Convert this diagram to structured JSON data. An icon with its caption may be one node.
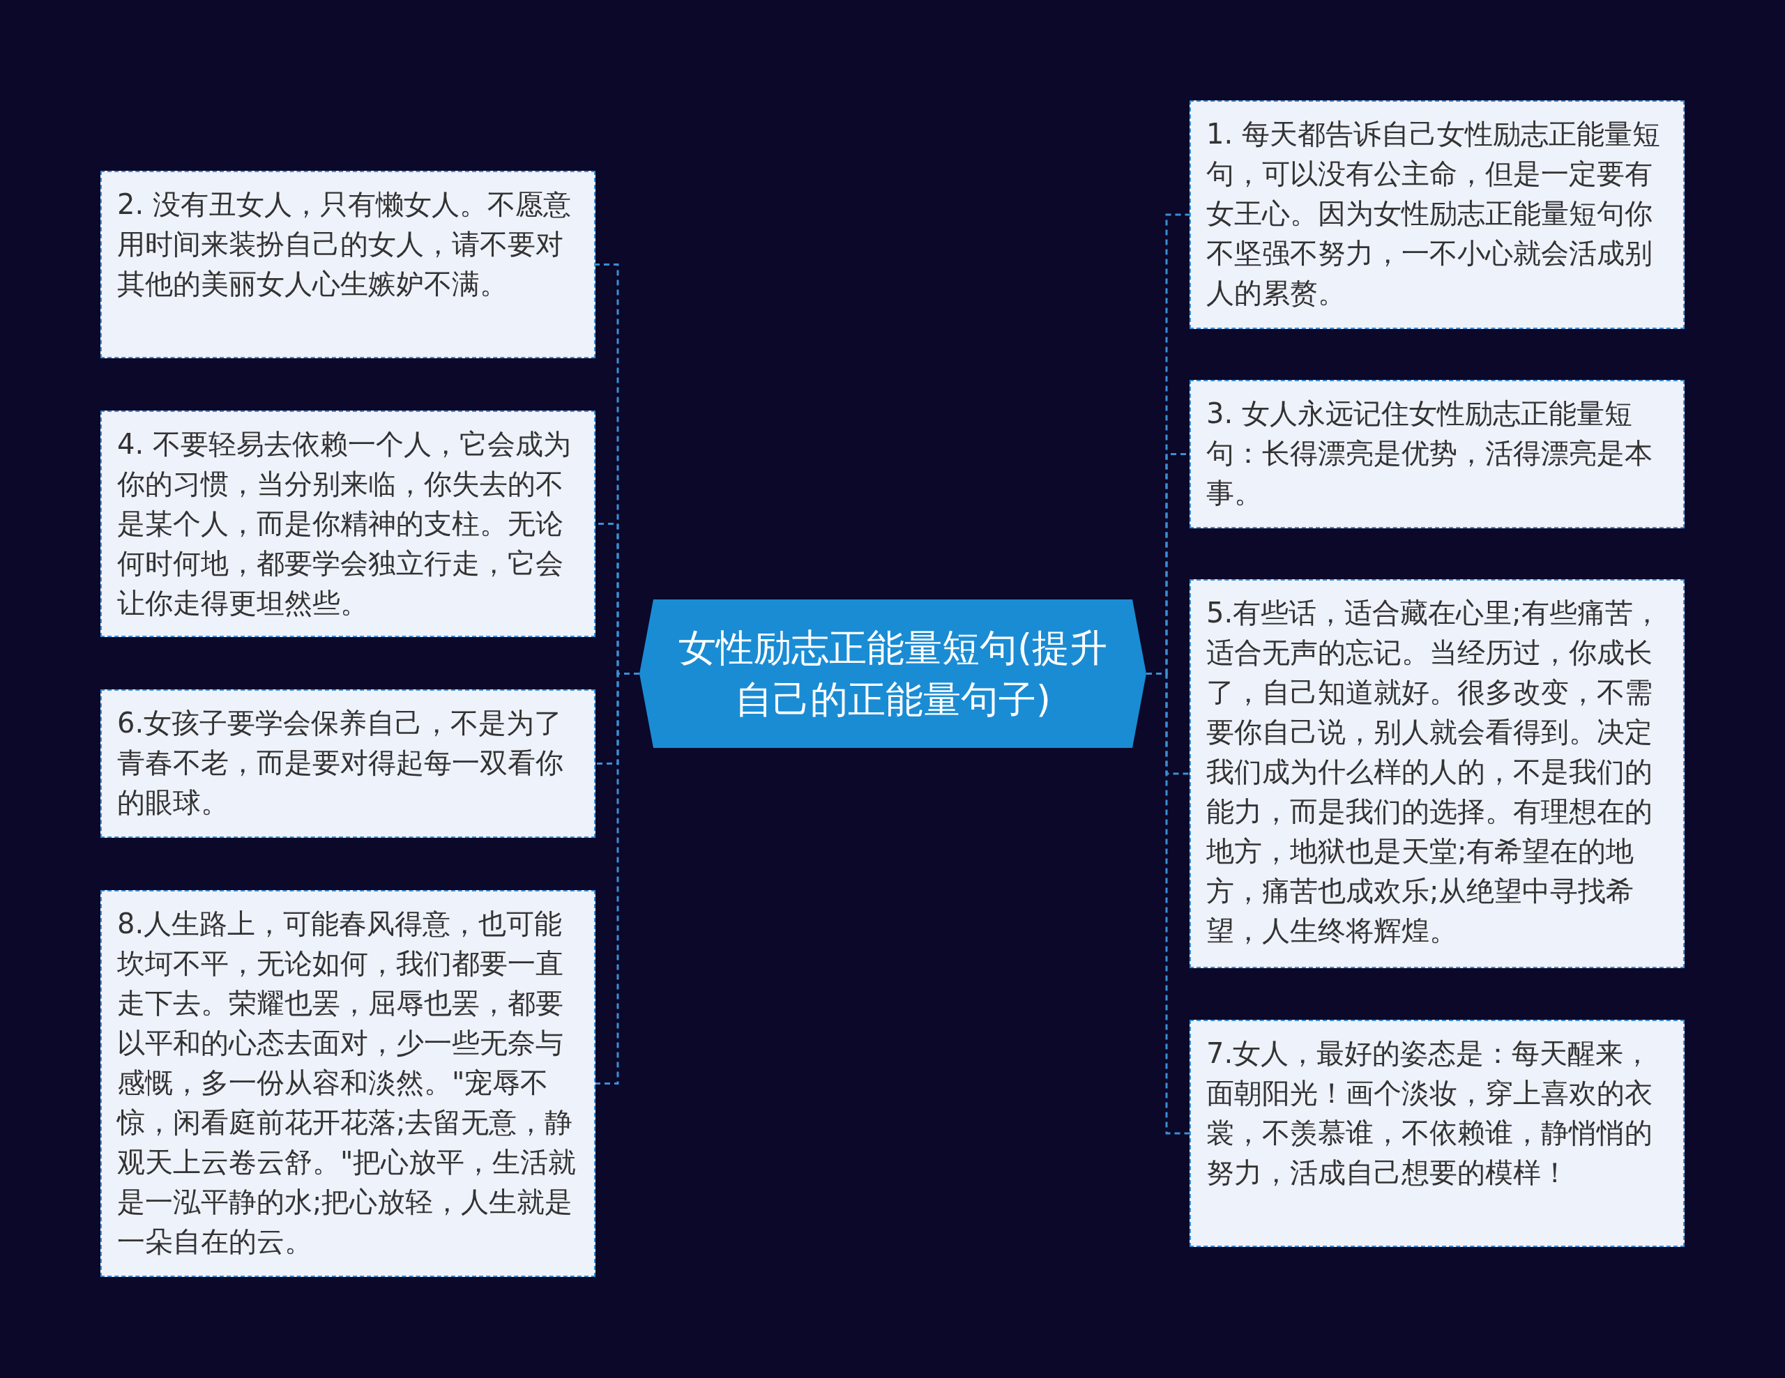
{
  "diagram": {
    "nodes": [
      {
        "text": [
          "女性励志正能量短句(提升自己的正能量句子)"
        ]
      },
      {
        "text": [
          "1. 每天都告诉自己女性励志正能量短句，可以没有公主命，但是一定要有女王心。因为女性励志正能量短句你不坚强不努力，一不小心就会活成别人的累赘。"
        ]
      },
      {
        "text": [
          "2. 没有丑女人，只有懒女人。不愿意用时间来装扮自己的女人，请不要对其他的美丽女人心生嫉妒不满。"
        ]
      },
      {
        "text": [
          "3. 女人永远记住女性励志正能量短句：长得漂亮是优势，活得漂亮是本事。"
        ]
      },
      {
        "text": [
          "4. 不要轻易去依赖一个人，它会成为你的习惯，当分别来临，你失去的不是某个人，而是你精神的支柱。无论何时何地，都要学会独立行走，它会让你走得更坦然些。"
        ]
      },
      {
        "text": [
          "5.有些话，适合藏在心里;有些痛苦，适合无声的忘记。当经历过，你成长了，自己知道就好。很多改变，不需要你自己说，别人就会看得到。决定我们成为什么样的人的，不是我们的能力，而是我们的选择。有理想在的地方，地狱也是天堂;有希望在的地方，痛苦也成欢乐;从绝望中寻找希望，人生终将辉煌。"
        ]
      },
      {
        "text": [
          "6.女孩子要学会保养自己，不是为了青春不老，而是要对得起每一双看你的眼球。"
        ]
      },
      {
        "text": [
          "7.女人，最好的姿态是：每天醒来，面朝阳光！画个淡妆，穿上喜欢的衣裳，不羡慕谁，不依赖谁，静悄悄的努力，活成自己想要的模样！"
        ]
      },
      {
        "text": [
          "8.人生路上，可能春风得意，也可能坎坷不平，无论如何，我们都要一直走下去。荣耀也罢，屈辱也罢，都要以平和的心态去面对，少一些无奈与感慨，多一份从容和淡然。\"宠辱不惊，闲看庭前花开花落;去留无意，静观天上云卷云舒。\"把心放平，生活就是一泓平静的水;把心放轻，人生就是一朵自在的云。"
        ]
      }
    ],
    "edges": [
      {
        "from": 0,
        "to": 1,
        "arrow": "none"
      },
      {
        "from": 0,
        "to": 2,
        "arrow": "none"
      },
      {
        "from": 0,
        "to": 3,
        "arrow": "none"
      },
      {
        "from": 0,
        "to": 4,
        "arrow": "none"
      },
      {
        "from": 0,
        "to": 5,
        "arrow": "none"
      },
      {
        "from": 0,
        "to": 6,
        "arrow": "none"
      },
      {
        "from": 0,
        "to": 7,
        "arrow": "none"
      },
      {
        "from": 0,
        "to": 8,
        "arrow": "none"
      }
    ]
  }
}
